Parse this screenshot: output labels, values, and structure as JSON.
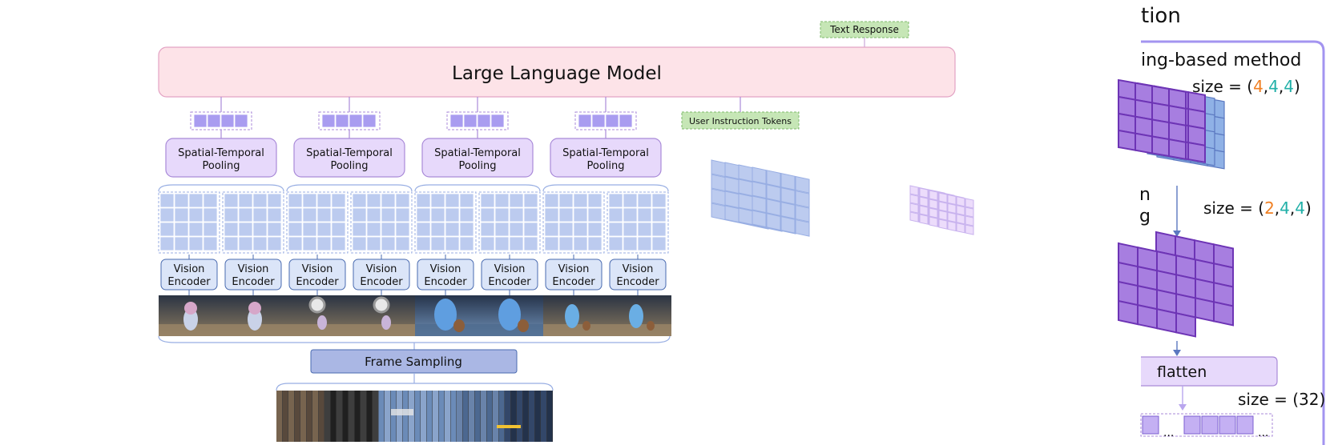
{
  "llm_label": "Large Language Model",
  "text_response_label": "Text Response",
  "user_instruction_label": "User Instruction Tokens",
  "pooling_label_line1": "Spatial-Temporal",
  "pooling_label_line2": "Pooling",
  "encoder_label_line1": "Vision",
  "encoder_label_line2": "Encoder",
  "frame_sampling_label": "Frame Sampling",
  "right_panel": {
    "title_fragment": "tion",
    "method_fragment": "ing-based method",
    "size_label_1": "size = (4,4,4)",
    "size_label_2": "size = (2,4,4)",
    "size_label_3": "size = (32)",
    "size1_parts": [
      "size = (",
      "4",
      ",",
      "4",
      ",",
      "4",
      ")"
    ],
    "size2_parts": [
      "size = (",
      "2",
      ",",
      "4",
      ",",
      "4",
      ")"
    ],
    "cut_text_1": "n",
    "cut_text_2": "g",
    "flatten_label": "flatten",
    "ellipsis_1": "...",
    "ellipsis_2": "..."
  },
  "colors": {
    "llm_fill": "#fde3e8",
    "llm_stroke": "#e3a3c4",
    "purple_fill": "#e7d9fb",
    "purple_stroke": "#a98ad8",
    "token_fill": "#a99cf0",
    "green_fill": "#c6e6b6",
    "green_stroke": "#7eb96b",
    "feature_fill": "#bccbef",
    "feature_stroke": "#98aee3",
    "encoder_fill": "#dbe5f8",
    "encoder_stroke": "#4a6bb0",
    "frame_sampling_fill": "#aab7e4",
    "panel_stroke": "#a394f0",
    "dark_grid_fill": "#a77ee0",
    "dark_grid_stroke": "#6d34b5",
    "orange": "#f08024",
    "teal": "#22b0a8"
  }
}
